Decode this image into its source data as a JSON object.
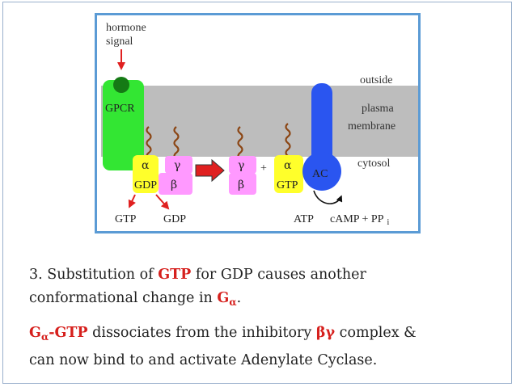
{
  "diagram": {
    "hormone_line1": "hormone",
    "hormone_line2": "signal",
    "outside": "outside",
    "plasma": "plasma",
    "membrane": "membrane",
    "cytosol": "cytosol",
    "gpcr": "GPCR",
    "alpha": "α",
    "beta": "β",
    "gamma": "γ",
    "gdp_bound": "GDP",
    "gtp_bound": "GTP",
    "plus": "+",
    "ac": "AC",
    "gtp_in": "GTP",
    "gdp_out": "GDP",
    "atp": "ATP",
    "camp": "cAMP + PP",
    "camp_sub": "i"
  },
  "caption": {
    "line1_a": "3. Substitution of ",
    "line1_gtp": "GTP",
    "line1_b": " for GDP causes another",
    "line2_a": "conformational change in ",
    "g_letter": "G",
    "alpha_sub": "α",
    "line2_end": ".",
    "line3_g": "G",
    "line3_alpha": "α",
    "line3_gtp": "-GTP",
    "line3_b": " dissociates from the inhibitory ",
    "beta_gamma": "βγ",
    "line3_c": " complex &",
    "line4": "can now bind to and activate Adenylate Cyclase."
  },
  "colors": {
    "frame": "#5b9bd5",
    "membrane": "#bdbdbd",
    "gpcr": "#33e633",
    "alpha_unit": "#ffff2b",
    "beta_gamma_unit": "#ff99ff",
    "ac": "#2a55f0",
    "arrow_red": "#e02020",
    "highlight": "#d6201d"
  }
}
